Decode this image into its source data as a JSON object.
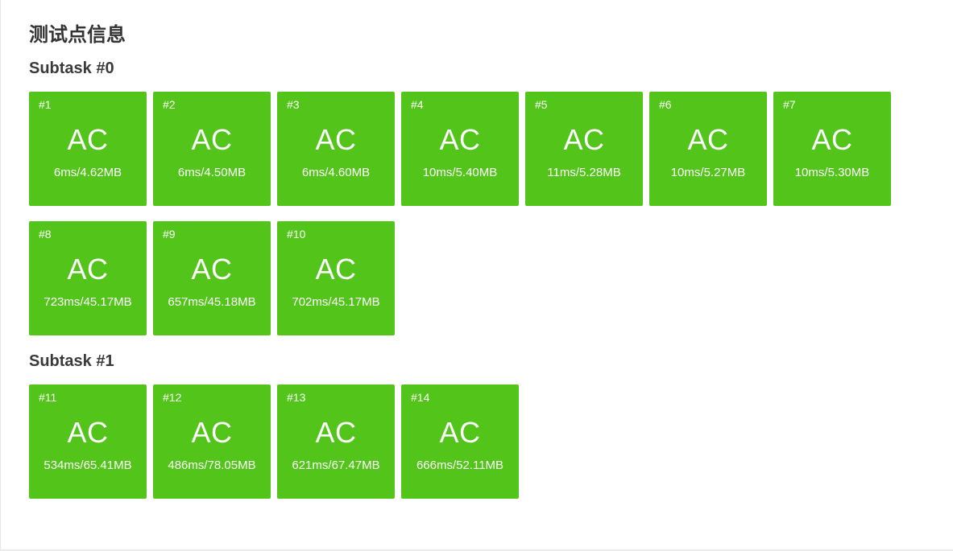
{
  "page": {
    "title": "测试点信息"
  },
  "colors": {
    "accepted": "#52c41a",
    "heading_text": "#333333",
    "card_text": "#ffffff",
    "page_background": "#ffffff",
    "panel_border": "#e6e6e6"
  },
  "subtasks": [
    {
      "label": "Subtask #0",
      "cases": [
        {
          "id": "#1",
          "status": "AC",
          "resource": "6ms/4.62MB"
        },
        {
          "id": "#2",
          "status": "AC",
          "resource": "6ms/4.50MB"
        },
        {
          "id": "#3",
          "status": "AC",
          "resource": "6ms/4.60MB"
        },
        {
          "id": "#4",
          "status": "AC",
          "resource": "10ms/5.40MB"
        },
        {
          "id": "#5",
          "status": "AC",
          "resource": "11ms/5.28MB"
        },
        {
          "id": "#6",
          "status": "AC",
          "resource": "10ms/5.27MB"
        },
        {
          "id": "#7",
          "status": "AC",
          "resource": "10ms/5.30MB"
        },
        {
          "id": "#8",
          "status": "AC",
          "resource": "723ms/45.17MB"
        },
        {
          "id": "#9",
          "status": "AC",
          "resource": "657ms/45.18MB"
        },
        {
          "id": "#10",
          "status": "AC",
          "resource": "702ms/45.17MB"
        }
      ]
    },
    {
      "label": "Subtask #1",
      "cases": [
        {
          "id": "#11",
          "status": "AC",
          "resource": "534ms/65.41MB"
        },
        {
          "id": "#12",
          "status": "AC",
          "resource": "486ms/78.05MB"
        },
        {
          "id": "#13",
          "status": "AC",
          "resource": "621ms/67.47MB"
        },
        {
          "id": "#14",
          "status": "AC",
          "resource": "666ms/52.11MB"
        }
      ]
    }
  ]
}
